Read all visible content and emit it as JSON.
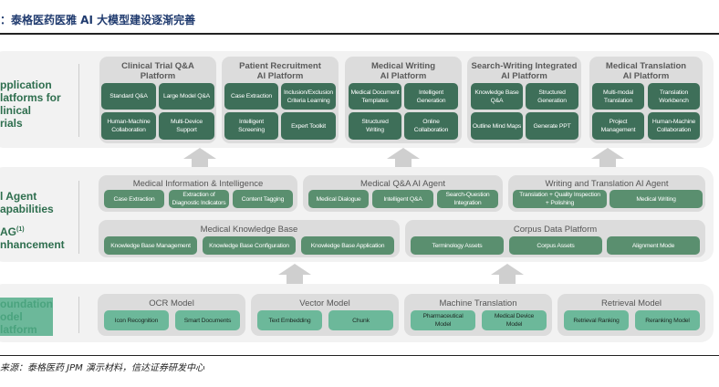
{
  "header": {
    "title": "：泰格医药医雅 AI 大模型建设逐渐完善"
  },
  "layers": {
    "application": {
      "label": "pplication\nlatforms for\nlinical\nrials",
      "groups": [
        {
          "title": "Clinical Trial Q&A\nPlatform",
          "cells": [
            "Standard Q&A",
            "Large Model Q&A",
            "Human-Machine\nCollaboration",
            "Multi-Device\nSupport"
          ]
        },
        {
          "title": "Patient Recruitment\nAI Platform",
          "cells": [
            "Case Extraction",
            "Inclusion/Exclusion\nCriteria Learning",
            "Intelligent\nScreening",
            "Expert Toolkit"
          ]
        },
        {
          "title": "Medical Writing\nAI Platform",
          "cells": [
            "Medical Document\nTemplates",
            "Intelligent\nGeneration",
            "Structured\nWriting",
            "Online\nCollaboration"
          ]
        },
        {
          "title": "Search-Writing Integrated\nAI Platform",
          "cells": [
            "Knowledge Base\nQ&A",
            "Structured\nGeneration",
            "Outline Mind Maps",
            "Generate PPT"
          ]
        },
        {
          "title": "Medical Translation\nAI Platform",
          "cells": [
            "Multi-modal\nTranslation",
            "Translation\nWorkbench",
            "Project\nManagement",
            "Human-Machine\nCollaboration"
          ]
        }
      ]
    },
    "agent": {
      "label": "l Agent\napabilities",
      "groups": [
        {
          "title": "Medical Information & Intelligence",
          "cells": [
            "Case Extraction",
            "Extraction of\nDiagnostic Indicators",
            "Content Tagging"
          ]
        },
        {
          "title": "Medical Q&A AI Agent",
          "cells": [
            "Medical Dialogue",
            "Intelligent Q&A",
            "Search-Question\nIntegration"
          ]
        },
        {
          "title": "Writing and Translation AI Agent",
          "cells": [
            "Translation + Quality Inspection\n+ Polishing",
            "Medical Writing"
          ]
        }
      ]
    },
    "rag": {
      "label_main": "AG",
      "label_sup": "(1)",
      "label_rest": "nhancement",
      "groups": [
        {
          "title": "Medical Knowledge Base",
          "cells": [
            "Knowledge Base Management",
            "Knowledge Base Configuration",
            "Knowledge Base Application"
          ]
        },
        {
          "title": "Corpus Data Platform",
          "cells": [
            "Terminology Assets",
            "Corpus Assets",
            "Alignment Mode"
          ]
        }
      ]
    },
    "foundation": {
      "label": "oundation\nodel\nlatform",
      "groups": [
        {
          "title": "OCR Model",
          "cells": [
            "Icon Recognition",
            "Smart Documents"
          ]
        },
        {
          "title": "Vector Model",
          "cells": [
            "Text Embedding",
            "Chunk"
          ]
        },
        {
          "title": "Machine Translation",
          "cells": [
            "Pharmaceutical\nModel",
            "Medical Device\nModel"
          ]
        },
        {
          "title": "Retrieval Model",
          "cells": [
            "Retrieval Ranking",
            "Reranking Model"
          ]
        }
      ]
    }
  },
  "footer": {
    "source": "来源：泰格医药 JPM 演示材料，信达证券研发中心"
  },
  "colors": {
    "dark_cell": "#3e6f59",
    "mid_cell": "#5a8f6f",
    "light_cell": "#6cb89a",
    "arrow": "#cfcfcf"
  }
}
